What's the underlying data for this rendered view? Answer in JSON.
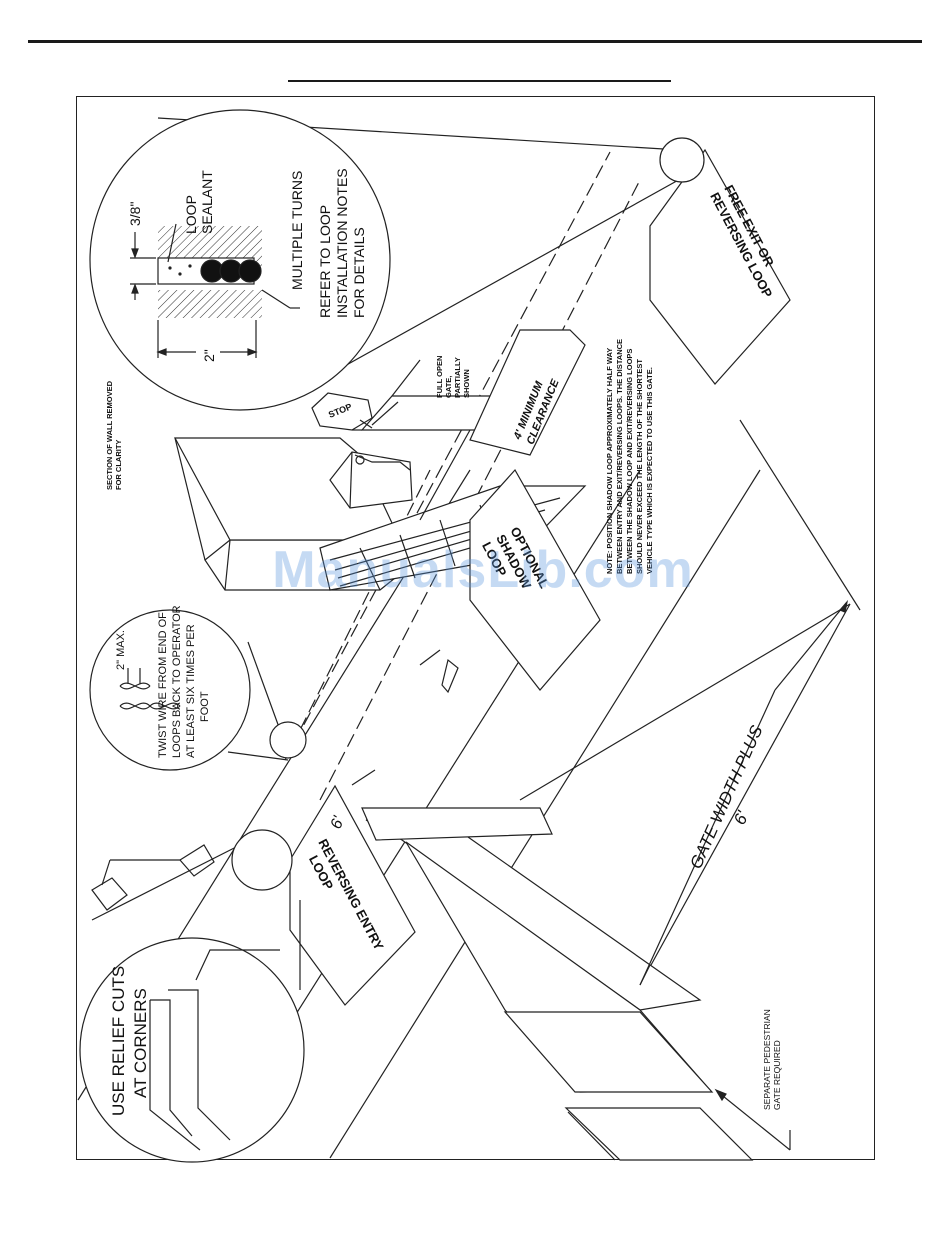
{
  "labels": {
    "section_wall": [
      "SECTION OF WALL REMOVED",
      "FOR CLARITY"
    ],
    "full_open_gate": [
      "FULL OPEN",
      "GATE,",
      "PARTIALLY",
      "SHOWN"
    ],
    "min_clearance": [
      "4' MINIMUM",
      "CLEARANCE"
    ],
    "note": [
      "NOTE: POSITION SHADOW LOOP APPROXIMATELY HALF WAY",
      "BETWEEN ENTRY AND EXIT/REVERSING LOOPS. THE DISTANCE",
      "BETWEEN THE SHADOW LOOP AND EXIT/REVERSING LOOPS",
      "SHOULD NEVER EXCEED THE LENGTH OF THE SHORTEST",
      "VEHICLE TYPE WHICH IS EXPECTED TO USE THIS GATE."
    ],
    "free_exit_loop": [
      "FREE EXIT OR",
      "REVERSING LOOP"
    ],
    "optional_shadow_loop": [
      "OPTIONAL",
      "SHADOW",
      "LOOP"
    ],
    "reversing_entry_loop": [
      "REVERSING ENTRY",
      "LOOP"
    ],
    "six_ft": "6'",
    "gate_width": [
      "GATE WIDTH PLUS",
      "6'"
    ],
    "pedestrian": [
      "SEPARATE PEDESTRIAN",
      "GATE REQUIRED"
    ],
    "stop_sign": "STOP",
    "watermark": "ManualsLib.com"
  },
  "detail_loop": {
    "sealant": [
      "LOOP",
      "SEALANT"
    ],
    "depth": "3/8\"",
    "width": "2\"",
    "turns": "MULTIPLE TURNS",
    "refer": [
      "REFER TO LOOP",
      "INSTALLATION NOTES",
      "FOR DETAILS"
    ]
  },
  "detail_twist": {
    "max": "2\" MAX.",
    "text": [
      "TWIST WIRE FROM END OF",
      "LOOPS BACK TO OPERATOR",
      "AT LEAST SIX TIMES PER",
      "FOOT"
    ]
  },
  "detail_corner": {
    "text": [
      "USE RELIEF CUTS",
      "AT CORNERS"
    ]
  }
}
